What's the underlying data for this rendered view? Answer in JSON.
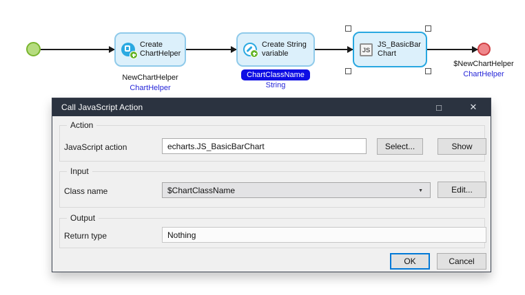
{
  "colors": {
    "titlebar_bg": "#2b3340",
    "accent_blue": "#0078d7",
    "flow_type_text": "#2424d8",
    "badge_bg": "#0e0ee4",
    "activity_fill": "#dcf0fb",
    "activity_border": "#8fcaea",
    "selected_border": "#27a7e0",
    "start_fill": "#b6dc80",
    "start_border": "#79b52e",
    "end_fill": "#ef878b",
    "end_border": "#d04145"
  },
  "flow": {
    "activity1": {
      "title": "Create ChartHelper",
      "variable": "NewChartHelper",
      "type": "ChartHelper"
    },
    "activity2": {
      "title": "Create String variable",
      "badge": "ChartClassName",
      "type": "String"
    },
    "activity3": {
      "title": "JS_BasicBarChart",
      "icon_label": "JS"
    },
    "end_event": {
      "variable": "$NewChartHelper",
      "type": "ChartHelper"
    }
  },
  "dialog": {
    "title": "Call JavaScript Action",
    "maximize_glyph": "□",
    "close_glyph": "✕",
    "action_group": {
      "label": "Action",
      "field_label": "JavaScript action",
      "value": "echarts.JS_BasicBarChart",
      "select_button": "Select...",
      "show_button": "Show"
    },
    "input_group": {
      "label": "Input",
      "field_label": "Class name",
      "value": "$ChartClassName",
      "dropdown_glyph": "▼",
      "edit_button": "Edit..."
    },
    "output_group": {
      "label": "Output",
      "field_label": "Return type",
      "value": "Nothing"
    },
    "footer": {
      "ok": "OK",
      "cancel": "Cancel"
    }
  }
}
